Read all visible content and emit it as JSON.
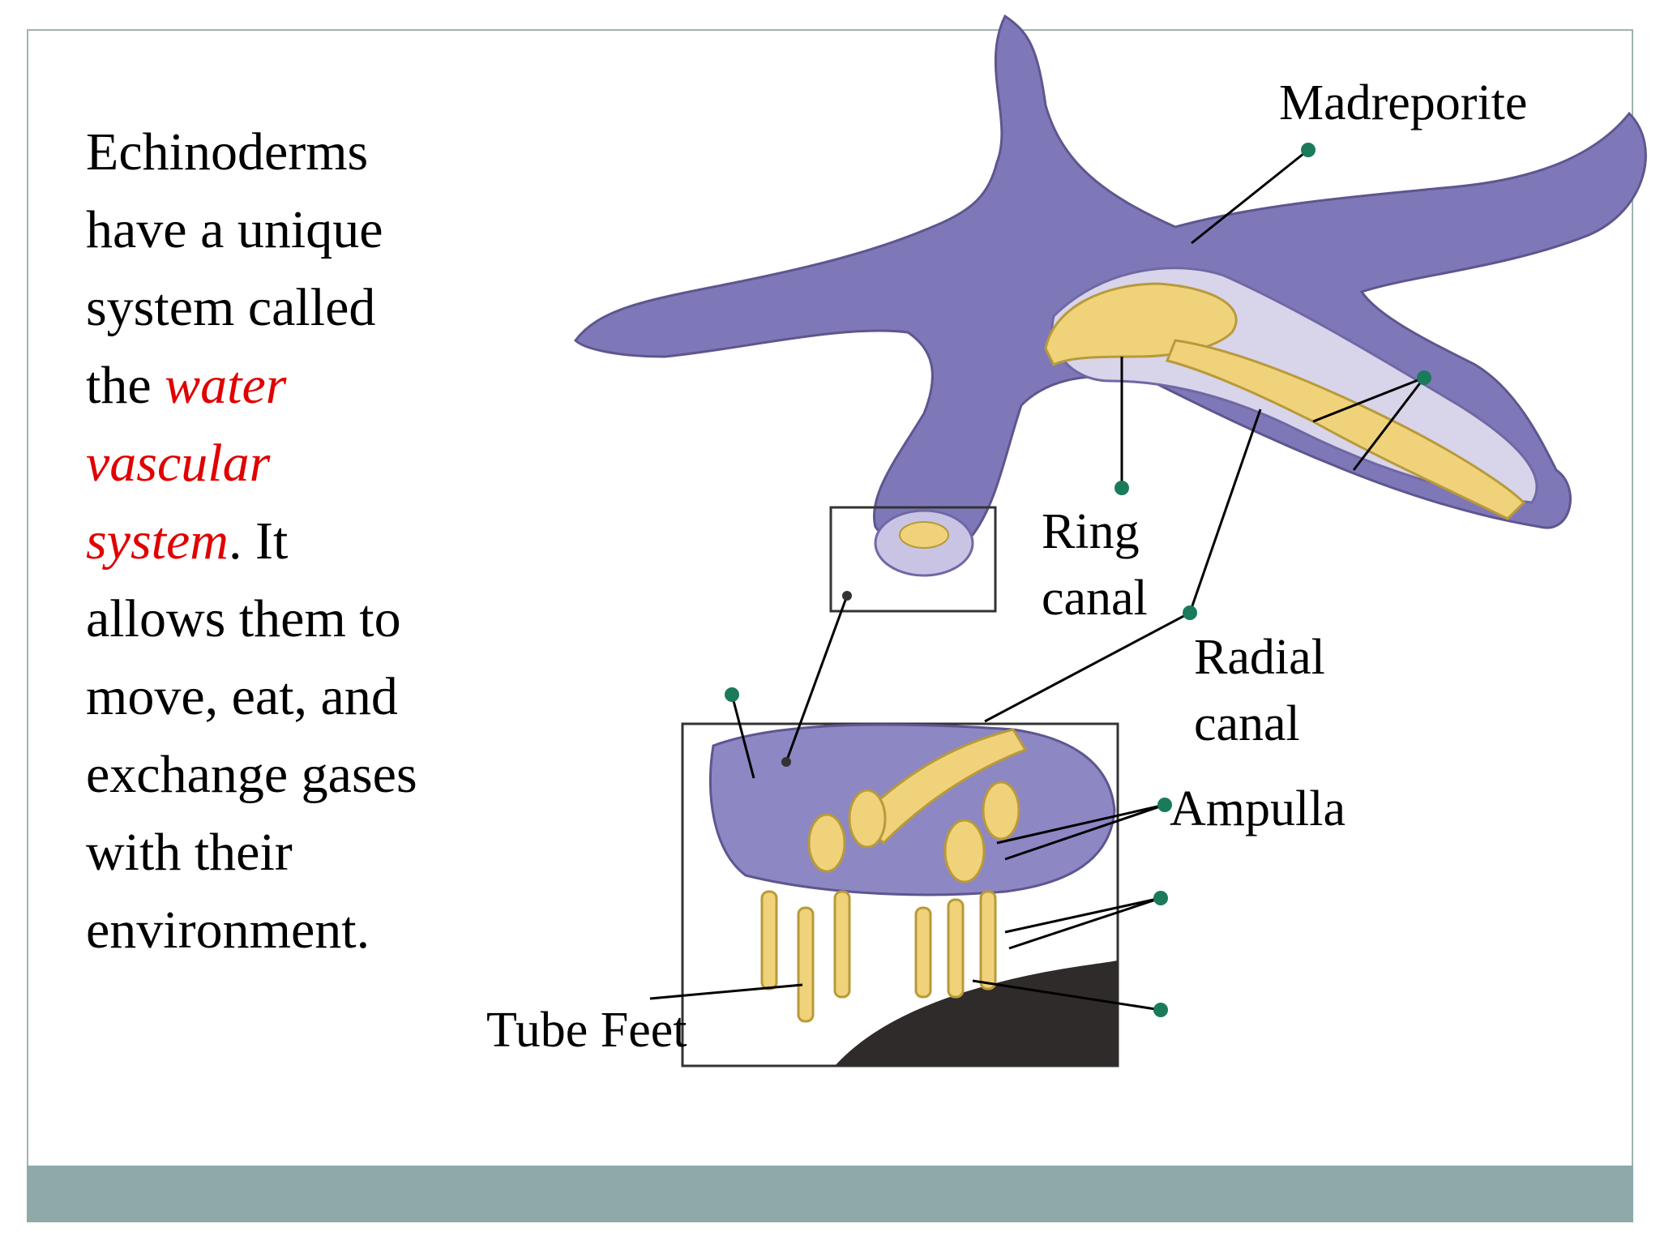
{
  "colors": {
    "footer_band": "#8fa9a9",
    "emphasis_red": "#e00000",
    "starfish": "#7f78b8",
    "canal_yellow": "#f0d27a",
    "rock": "#2f2b2a",
    "pin_green": "#1a7a5c"
  },
  "body": {
    "line1": "Echinoderms",
    "line2": "have a unique",
    "line3": "system called",
    "line4_a": "the ",
    "line4_b": "water",
    "line5": "vascular",
    "line6_a": "system",
    "line6_b": ".  It",
    "line7": "allows them to",
    "line8": "move, eat, and",
    "line9": "exchange gases",
    "line10": "with their",
    "line11": "environment."
  },
  "labels": {
    "madreporite": "Madreporite",
    "ring_canal_1": "Ring",
    "ring_canal_2": "canal",
    "radial_canal_1": "Radial",
    "radial_canal_2": "canal",
    "ampulla": "Ampulla",
    "tube_feet": "Tube Feet"
  }
}
